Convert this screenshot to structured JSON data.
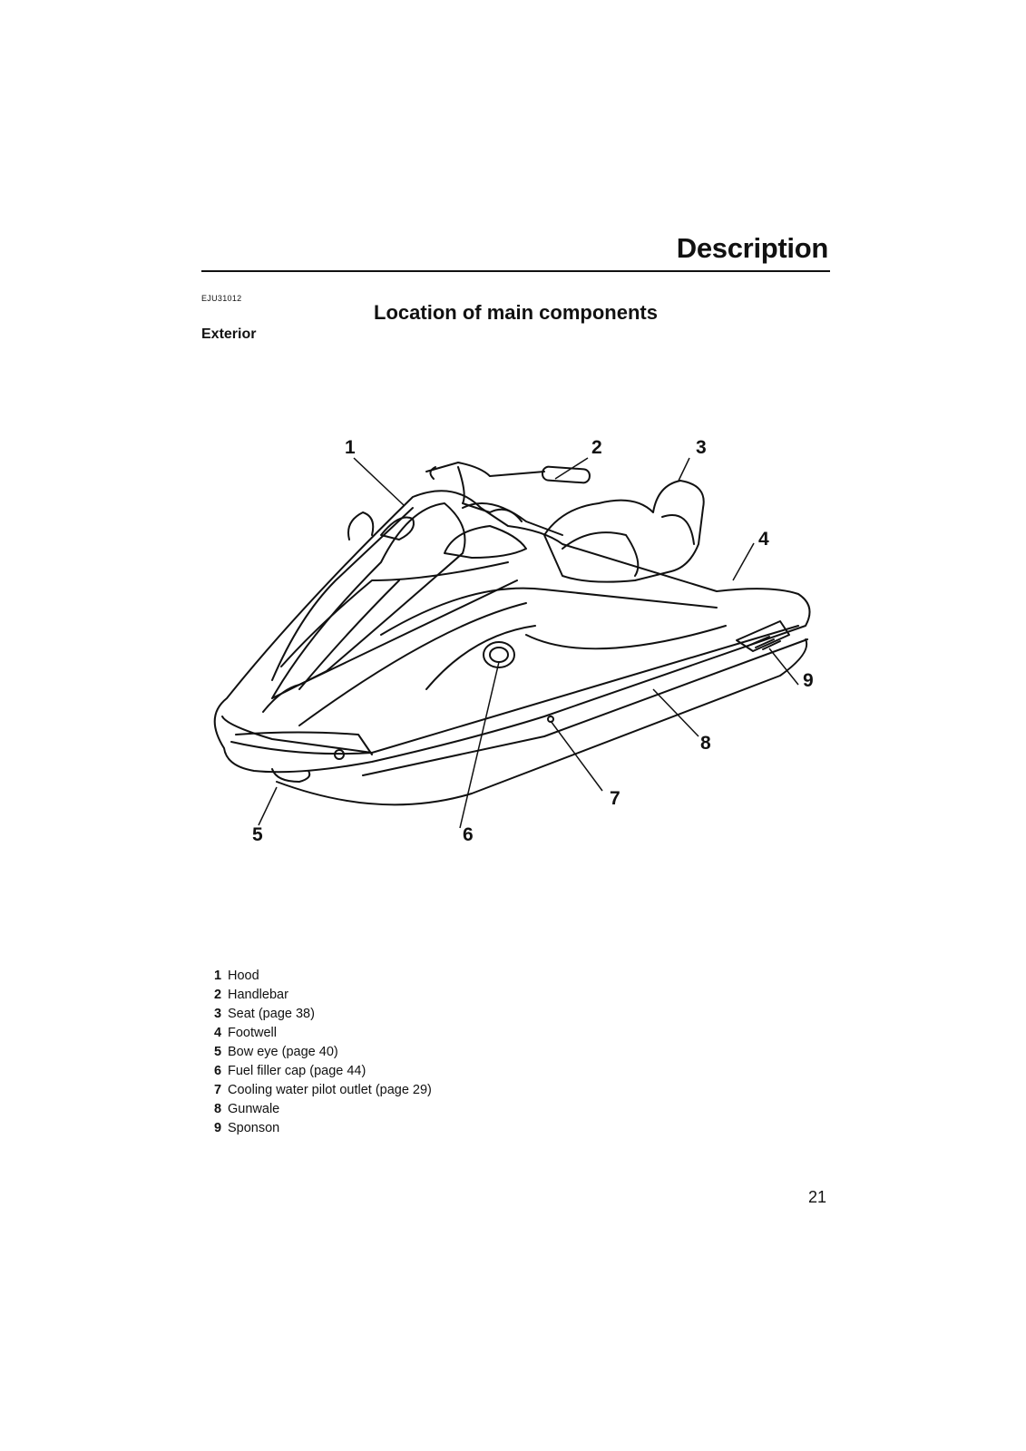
{
  "header": {
    "section_title": "Description"
  },
  "doc_code": "EJU31012",
  "page": {
    "heading": "Location of main components",
    "subheading": "Exterior",
    "number": "21"
  },
  "diagram": {
    "callouts": [
      "1",
      "2",
      "3",
      "4",
      "5",
      "6",
      "7",
      "8",
      "9"
    ]
  },
  "legend": [
    {
      "num": "1",
      "label": "Hood"
    },
    {
      "num": "2",
      "label": "Handlebar"
    },
    {
      "num": "3",
      "label": "Seat (page 38)"
    },
    {
      "num": "4",
      "label": "Footwell"
    },
    {
      "num": "5",
      "label": "Bow eye (page 40)"
    },
    {
      "num": "6",
      "label": "Fuel filler cap (page 44)"
    },
    {
      "num": "7",
      "label": "Cooling water pilot outlet (page 29)"
    },
    {
      "num": "8",
      "label": "Gunwale"
    },
    {
      "num": "9",
      "label": "Sponson"
    }
  ]
}
